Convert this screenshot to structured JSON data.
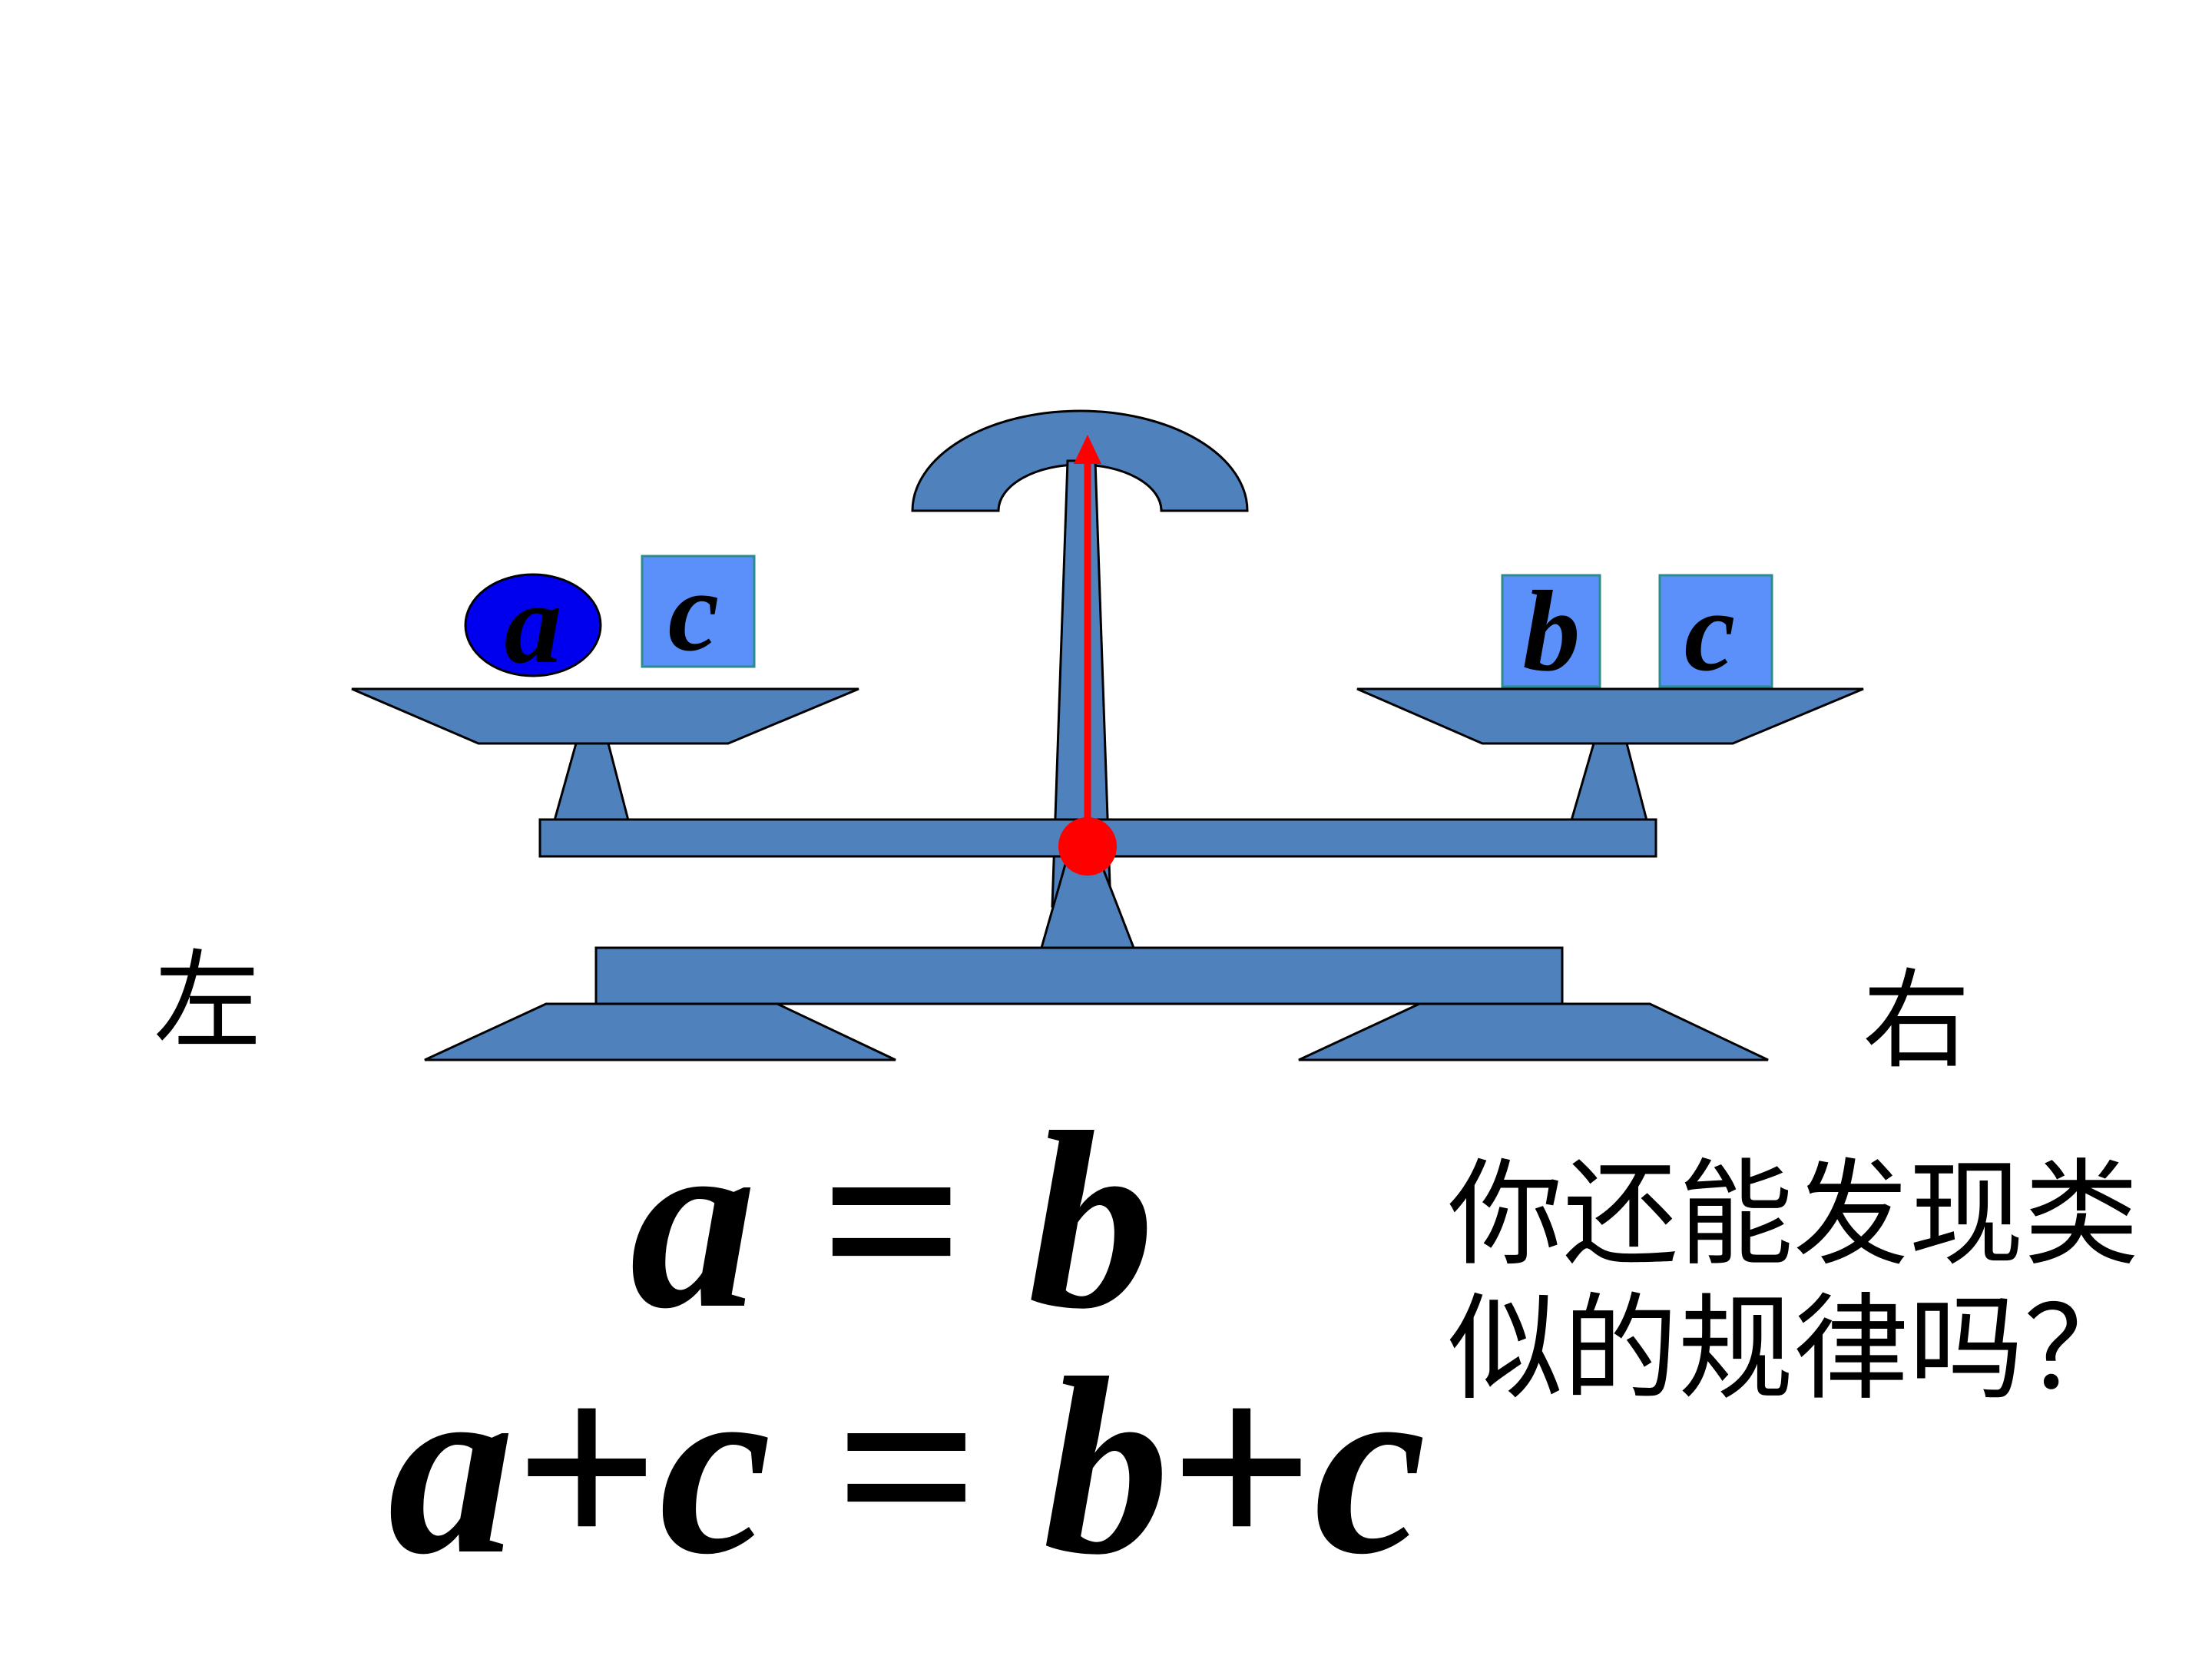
{
  "labels": {
    "left": "左",
    "right": "右"
  },
  "pans": {
    "left": {
      "items": [
        "a",
        "c"
      ]
    },
    "right": {
      "items": [
        "b",
        "c"
      ]
    }
  },
  "formulas": {
    "line1": {
      "lhs": "a",
      "op": "=",
      "rhs": "b"
    },
    "line2": {
      "lhs_a": "a",
      "lhs_plus": "+",
      "lhs_c": "c",
      "op": "=",
      "rhs_b": "b",
      "rhs_plus": "+",
      "rhs_c": "c"
    }
  },
  "question": {
    "line1": "你还能发现类",
    "line2": "似的规律吗？"
  },
  "colors": {
    "scale_fill": "#4f81bd",
    "weight_a_fill": "#0000ee",
    "weight_box_fill": "#5b8ff9",
    "pointer": "#ff0000"
  }
}
